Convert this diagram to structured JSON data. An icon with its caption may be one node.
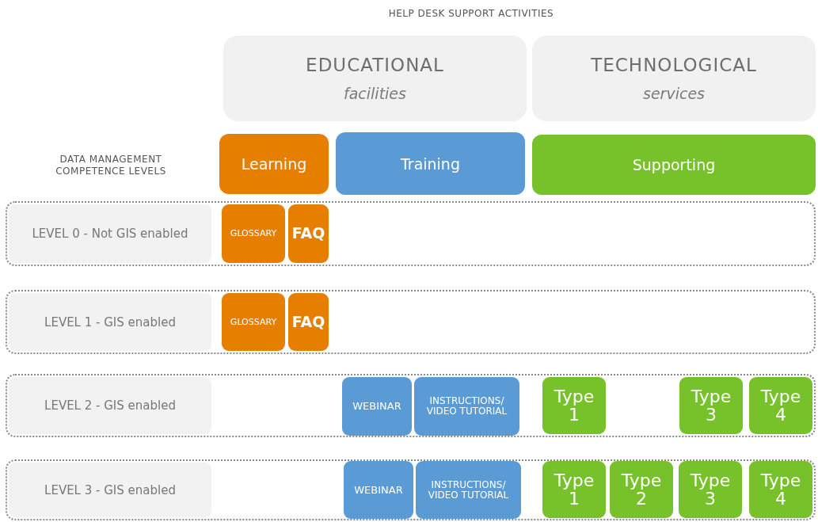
{
  "diagram": {
    "nodes": [
      {
        "text": [
          "EDUCATIONAL",
          "facilities"
        ]
      },
      {
        "text": [
          "TECHNOLOGICAL",
          "services"
        ]
      },
      {
        "text": [
          "Learning"
        ]
      },
      {
        "text": [
          "Training"
        ]
      },
      {
        "text": [
          "Supporting"
        ]
      },
      {
        "text": [
          "LEVEL 0 - Not GIS enabled"
        ]
      },
      {
        "text": [
          "GLOSSARY"
        ],
        "in": 5
      },
      {
        "text": [
          "FAQ"
        ],
        "in": 5
      },
      {
        "text": [
          "LEVEL 1 - GIS enabled"
        ]
      },
      {
        "text": [
          "GLOSSARY"
        ],
        "in": 8
      },
      {
        "text": [
          "FAQ"
        ],
        "in": 8
      },
      {
        "text": [
          "LEVEL 2 - GIS enabled"
        ]
      },
      {
        "text": [
          "WEBINAR"
        ],
        "in": 11
      },
      {
        "text": [
          "INSTRUCTIONS/ VIDEO TUTORIAL"
        ],
        "in": 11
      },
      {
        "text": [
          "Type 1"
        ],
        "in": 11
      },
      {
        "text": [
          "Type 3"
        ],
        "in": 11
      },
      {
        "text": [
          "Type 4"
        ],
        "in": 11
      },
      {
        "text": [
          "LEVEL 3 - GIS enabled"
        ]
      },
      {
        "text": [
          "WEBINAR"
        ],
        "in": 17
      },
      {
        "text": [
          "INSTRUCTIONS/ VIDEO TUTORIAL"
        ],
        "in": 17
      },
      {
        "text": [
          "Type 1"
        ],
        "in": 17
      },
      {
        "text": [
          "Type 2"
        ],
        "in": 17
      },
      {
        "text": [
          "Type 3"
        ],
        "in": 17
      },
      {
        "text": [
          "Type 4"
        ],
        "in": 17
      }
    ],
    "edges": [],
    "labels": [
      "HELP DESK SUPPORT ACTIVITIES",
      "DATA MANAGEMENT COMPETENCE LEVELS"
    ]
  }
}
